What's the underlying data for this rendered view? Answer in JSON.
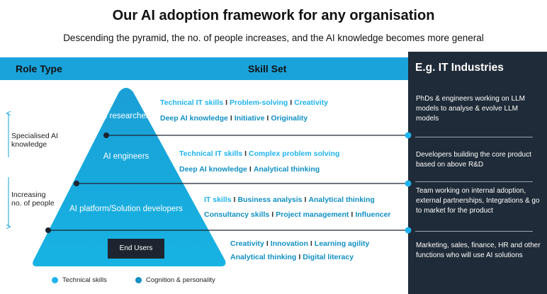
{
  "title": "Our AI adoption framework for any organisation",
  "subtitle": "Descending the pyramid, the no. of people  increases, and the AI knowledge becomes  more general",
  "headers": {
    "role_type": "Role Type",
    "skill_set": "Skill Set",
    "examples": "E.g. IT Industries"
  },
  "axis": {
    "specialised": "Specialised AI knowledge",
    "increasing": "Increasing no. of people"
  },
  "pyramid": {
    "researchers": "AI researchers",
    "engineers": "AI engineers",
    "platform": "AI platform/Solution developers",
    "end_users": "End Users"
  },
  "skills": {
    "researchers_tech": [
      "Technical IT skills",
      "Problem-solving",
      "Creativity"
    ],
    "researchers_cog": [
      "Deep AI knowledge",
      "Initiative",
      "Originality"
    ],
    "engineers_tech": [
      "Technical IT skills",
      "Complex problem solving"
    ],
    "engineers_cog": [
      "Deep AI knowledge",
      "Analytical thinking"
    ],
    "platform_tech": [
      "IT skills",
      "Business analysis",
      "Analytical thinking"
    ],
    "platform_cog": [
      "Consultancy skills",
      "Project management",
      "Influencer"
    ],
    "endusers_a": [
      "Creativity",
      "Innovation",
      "Learning agility"
    ],
    "endusers_b": [
      "Analytical thinking",
      "Digital literacy"
    ]
  },
  "separator": "I",
  "examples": {
    "researchers": "PhDs & engineers working on LLM models to analyse & evolve LLM models",
    "engineers": "Developers building the core product based on above R&D",
    "platform": "Team working on internal adoption, external partnerships, Integrations & go to market for the product",
    "end_users": "Marketing, sales, finance, HR and other functions who will use AI solutions"
  },
  "legend": {
    "technical": "Technical skills",
    "cognition": "Cognition & personality"
  },
  "colors": {
    "accent": "#1aa3db",
    "technical": "#1fb3ef",
    "cognition": "#1090c3",
    "dark_panel": "#1f2b38"
  }
}
